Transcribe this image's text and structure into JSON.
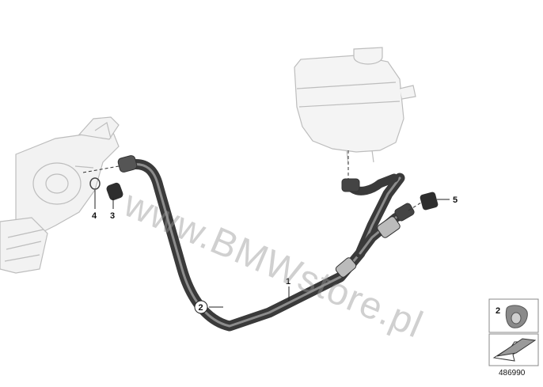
{
  "diagram": {
    "watermark": "www.BMWstore.pl",
    "callouts": {
      "p1": "1",
      "p2": "2",
      "p3": "3",
      "p4": "4",
      "p5": "5"
    },
    "legend": {
      "label": "2"
    },
    "diagram_number": "486990"
  }
}
